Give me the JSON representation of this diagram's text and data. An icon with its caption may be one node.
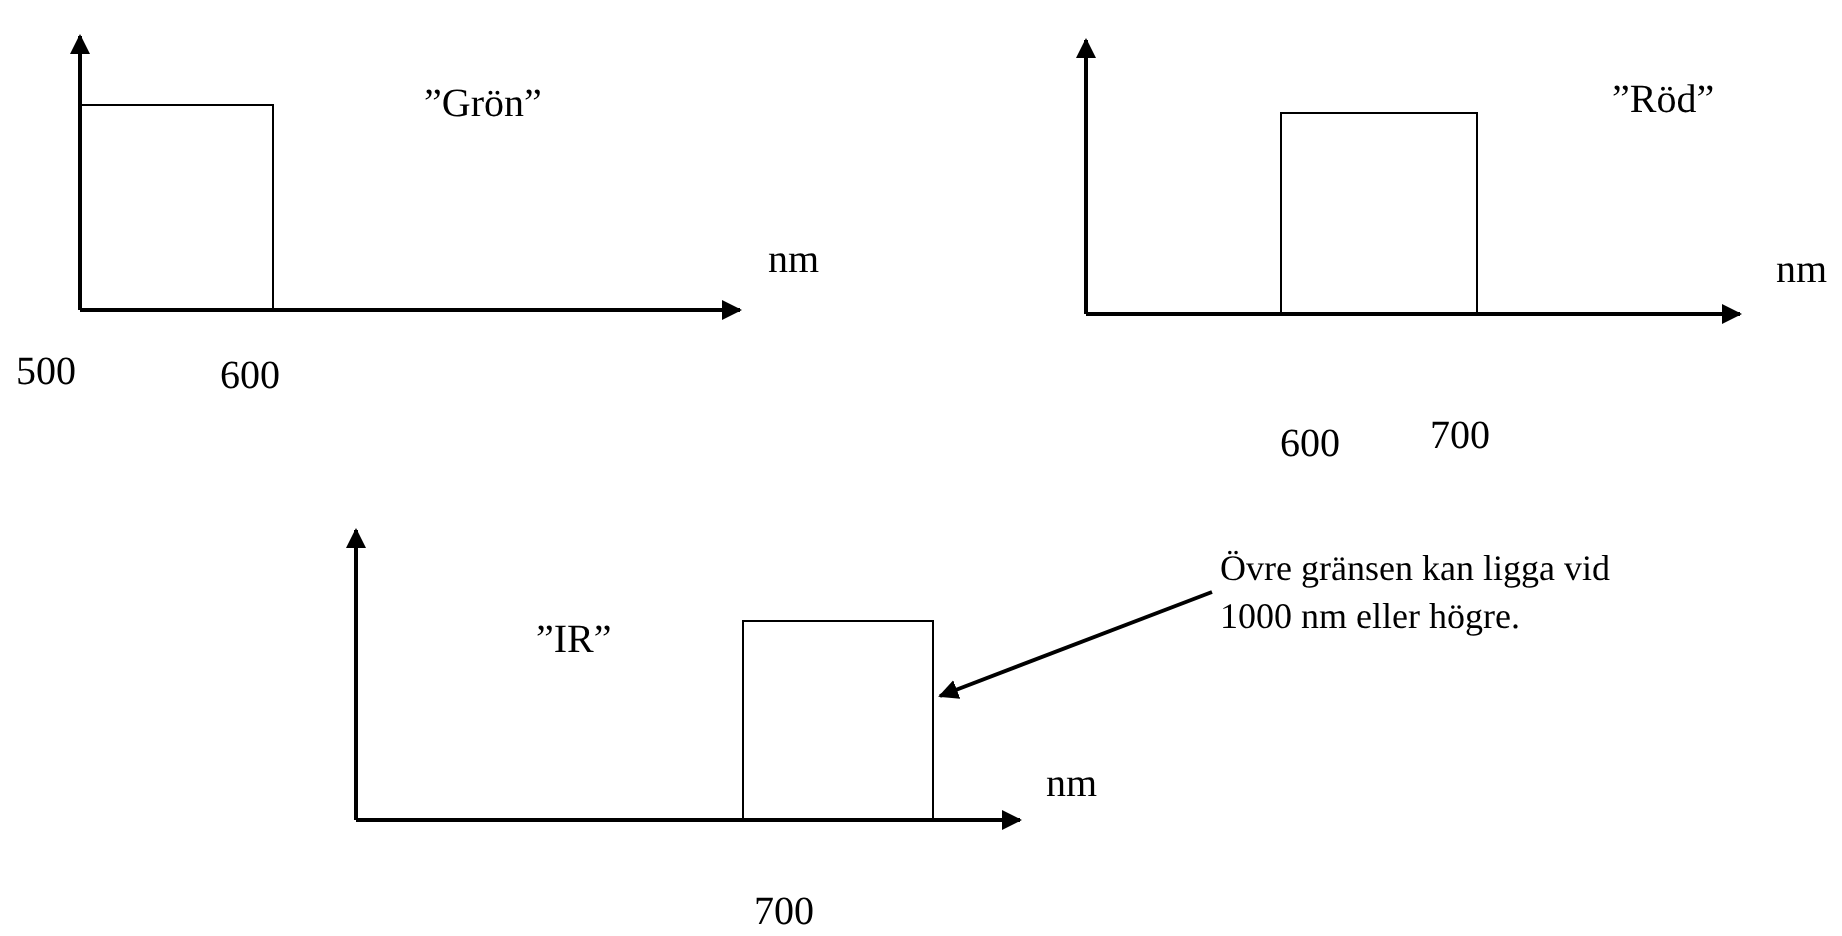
{
  "diagram": {
    "nodes": [
      {
        "text": [],
        "shape": "box"
      },
      {
        "text": [],
        "shape": "box"
      },
      {
        "text": [
          "Övre gränsen kan ligga vid 1000 nm eller högre."
        ]
      },
      {
        "text": [],
        "shape": "box"
      }
    ],
    "edges": [
      {
        "from": 2,
        "to": 3,
        "arrow": "to"
      }
    ],
    "labels": [
      "”Grön”",
      "”Röd”",
      "nm",
      "nm",
      "500",
      "600",
      "600",
      "700",
      "”IR”",
      "nm",
      "700"
    ]
  }
}
